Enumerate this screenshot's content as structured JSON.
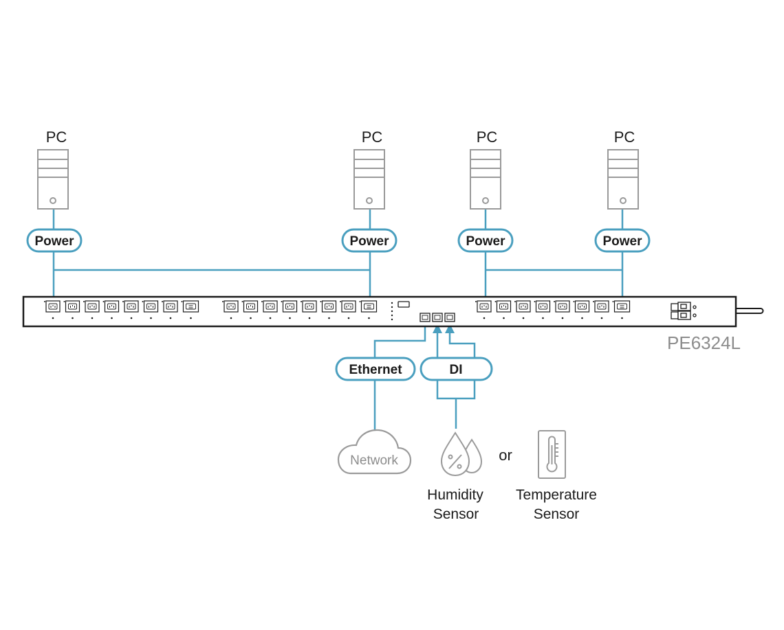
{
  "pcs": [
    {
      "label": "PC",
      "power_label": "Power"
    },
    {
      "label": "PC",
      "power_label": "Power"
    },
    {
      "label": "PC",
      "power_label": "Power"
    },
    {
      "label": "PC",
      "power_label": "Power"
    }
  ],
  "model": "PE6324L",
  "ethernet_label": "Ethernet",
  "di_label": "DI",
  "network_label": "Network",
  "or_label": "or",
  "humidity_sensor": {
    "line1": "Humidity",
    "line2": "Sensor",
    "icon": "humidity-drop-icon"
  },
  "temperature_sensor": {
    "line1": "Temperature",
    "line2": "Sensor",
    "icon": "thermometer-icon"
  },
  "colors": {
    "accent": "#4a9fbf",
    "device_gray": "#999999",
    "outline": "#1a1a1a"
  }
}
